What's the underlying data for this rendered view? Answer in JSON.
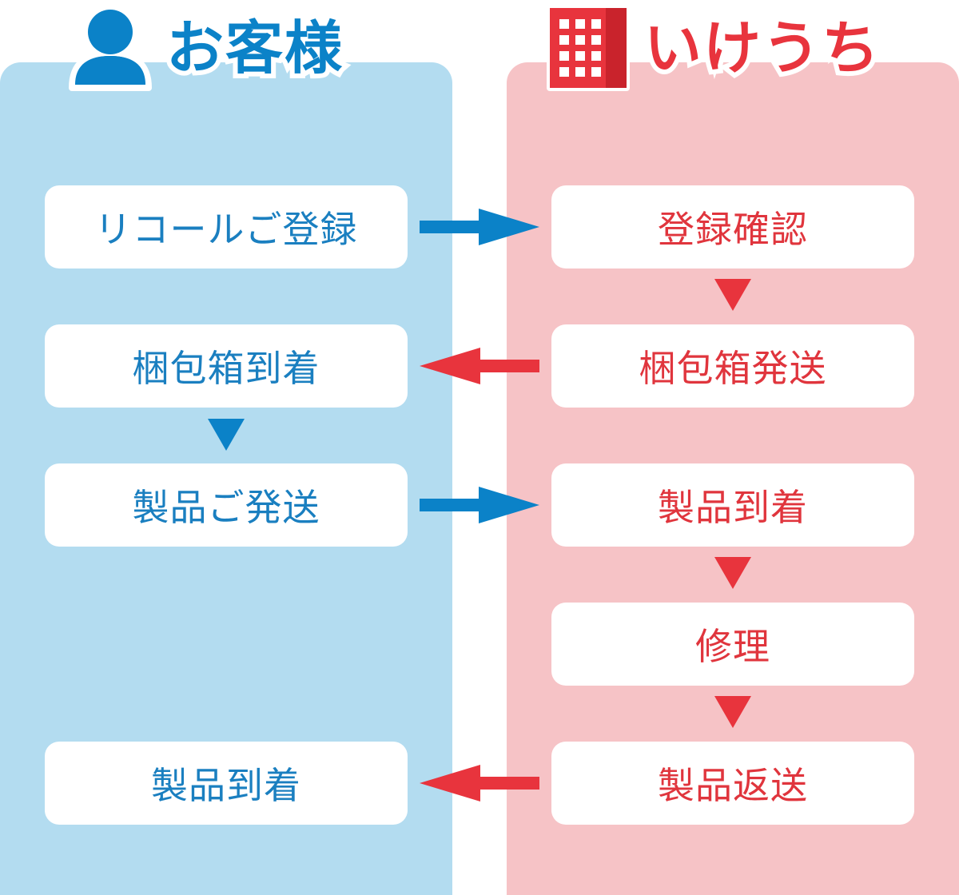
{
  "colors": {
    "customer_accent": "#0b82c8",
    "customer_lane": "#b3dcf0",
    "company_accent": "#e8343d",
    "company_lane": "#f6c3c6"
  },
  "lanes": {
    "customer": {
      "title": "お客様",
      "icon": "person-icon"
    },
    "company": {
      "title": "いけうち",
      "icon": "building-icon"
    }
  },
  "customer_steps": [
    {
      "label": "リコールご登録"
    },
    {
      "label": "梱包箱到着"
    },
    {
      "label": "製品ご発送"
    },
    {
      "label": "製品到着"
    }
  ],
  "company_steps": [
    {
      "label": "登録確認"
    },
    {
      "label": "梱包箱発送"
    },
    {
      "label": "製品到着"
    },
    {
      "label": "修理"
    },
    {
      "label": "製品返送"
    }
  ]
}
